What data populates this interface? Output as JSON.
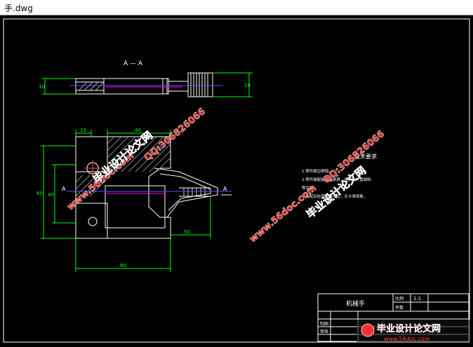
{
  "window": {
    "title": "手.dwg"
  },
  "drawing": {
    "section_label": "A — A",
    "section_marker_left": "A",
    "section_marker_right": "A",
    "tech_req_title": "技术要求",
    "tech_req_lines": [
      "1.零件棱边倒钝。",
      "2.零件装配前清除铁屑、毛刺及严重缺陷",
      "  等杂物。",
      "3.装配后检查动作灵活，无卡滞现象。"
    ],
    "dims": {
      "top_left": "10",
      "top_right": "40",
      "left_outer": "60",
      "left_inner": "40",
      "bottom": "80",
      "bottom_right": "50",
      "top_small": "10",
      "right_small": "10"
    }
  },
  "title_block": {
    "part_name": "机械手",
    "scale_label": "比例",
    "scale_value": "1:1",
    "material_label": "件数",
    "drawn_label": "制图",
    "checked_label": "审核"
  },
  "watermark": {
    "site": "www.56doc.com",
    "brand": "毕业设计论文网",
    "qq": "QQ:306826066",
    "logo_site": "www.56doc.com"
  },
  "colors": {
    "line": "#ffffff",
    "dim": "#00ff00",
    "center": "#ff4444",
    "hidden": "#5555ff",
    "magenta": "#ff00ff",
    "watermark": "#ff2020"
  }
}
